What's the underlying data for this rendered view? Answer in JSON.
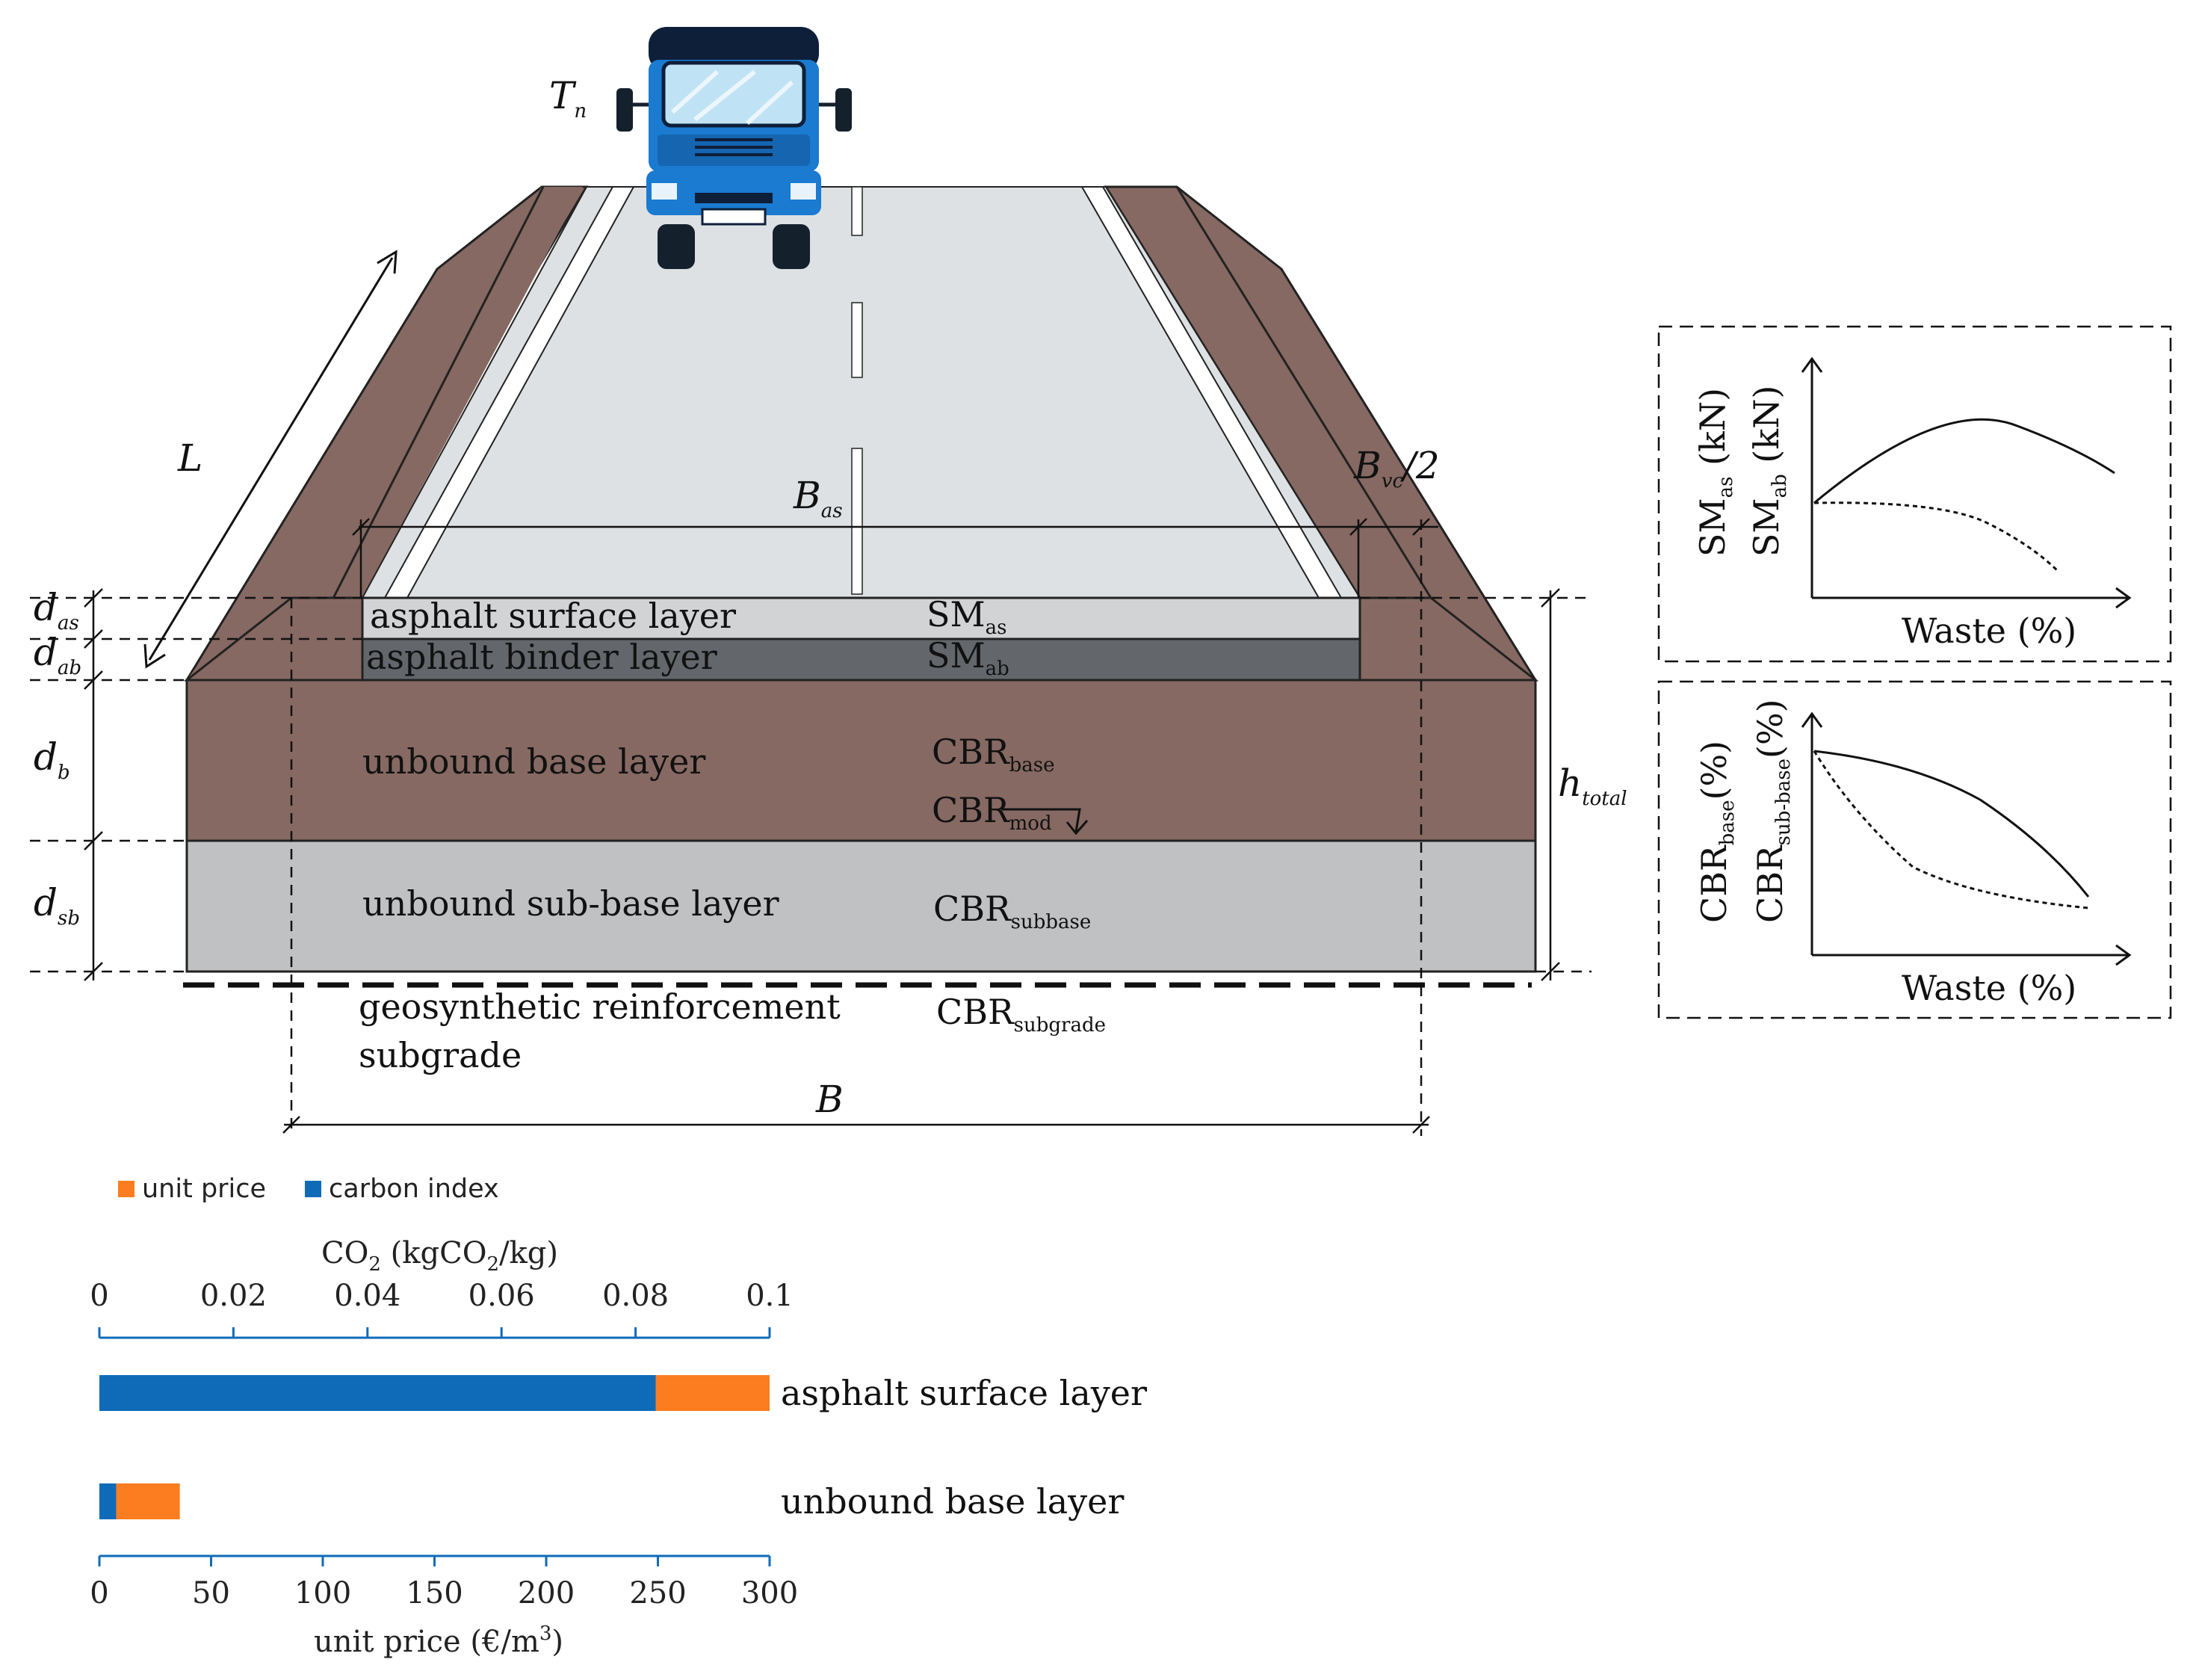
{
  "colors": {
    "brown": "#866962",
    "road": "#dde1e3",
    "surface": "#d1d3d5",
    "binder": "#63666b",
    "subbase": "#bfc1c3",
    "truck": "#1a7bd0",
    "orange": "#fb7d1f",
    "blue": "#0f6bb8"
  },
  "symbols": {
    "Tn_main": "T",
    "Tn_sub": "n",
    "L": "L",
    "Bas_main": "B",
    "Bas_sub": "as",
    "Bvc_main": "B",
    "Bvc_sub": "vc",
    "Bvc_tail": "/2",
    "das_main": "d",
    "das_sub": "as",
    "dab_main": "d",
    "dab_sub": "ab",
    "db_main": "d",
    "db_sub": "b",
    "dsb_main": "d",
    "dsb_sub": "sb",
    "htotal_main": "h",
    "htotal_sub": "total",
    "B": "B"
  },
  "layers": {
    "surface": "asphalt surface layer",
    "binder": "asphalt binder layer",
    "base": "unbound base layer",
    "subbase": "unbound sub-base layer",
    "geo": "geosynthetic reinforcement",
    "subgrade": "subgrade"
  },
  "props": {
    "sm_as_main": "SM",
    "sm_as_sub": "as",
    "sm_ab_main": "SM",
    "sm_ab_sub": "ab",
    "cbr_base_main": "CBR",
    "cbr_base_sub": "base",
    "cbr_mod_main": "CBR",
    "cbr_mod_sub": "mod",
    "cbr_subbase_main": "CBR",
    "cbr_subbase_sub": "subbase",
    "cbr_subgrade_main": "CBR",
    "cbr_subgrade_sub": "subgrade"
  },
  "inset_sm": {
    "xlabel": "Waste (%)",
    "ylabel1_main": "SM",
    "ylabel1_sub": "as",
    "ylabel1_unit": " (kN)",
    "ylabel2_main": "SM",
    "ylabel2_sub": "ab",
    "ylabel2_unit": " (kN)"
  },
  "inset_cbr": {
    "xlabel": "Waste (%)",
    "ylabel1_main": "CBR",
    "ylabel1_sub": "base",
    "ylabel1_unit": "(%)",
    "ylabel2_main": "CBR",
    "ylabel2_sub": "sub-base",
    "ylabel2_unit": "(%)"
  },
  "chart_data": {
    "type": "bar",
    "orientation": "horizontal",
    "stacked": true,
    "categories": [
      "asphalt surface layer",
      "unbound base layer"
    ],
    "legend": [
      "unit price",
      "carbon index"
    ],
    "legend_position": "top-left",
    "top_axis": {
      "label_pre": "CO",
      "label_sub": "2",
      "label_mid": " (kgCO",
      "label_sub2": "2",
      "label_post": "/kg)",
      "range": [
        0,
        0.1
      ],
      "ticks": [
        "0",
        "0.02",
        "0.04",
        "0.06",
        "0.08",
        "0.1"
      ]
    },
    "bottom_axis": {
      "label_pre": "unit price (€/m",
      "label_sup": "3",
      "label_post": ")",
      "range": [
        0,
        300
      ],
      "ticks": [
        "0",
        "50",
        "100",
        "150",
        "200",
        "250",
        "300"
      ]
    },
    "series": [
      {
        "name": "carbon index",
        "axis": "top",
        "values": [
          0.083,
          0.0025
        ]
      },
      {
        "name": "unit price",
        "axis": "bottom",
        "values": [
          300,
          36
        ]
      }
    ]
  }
}
